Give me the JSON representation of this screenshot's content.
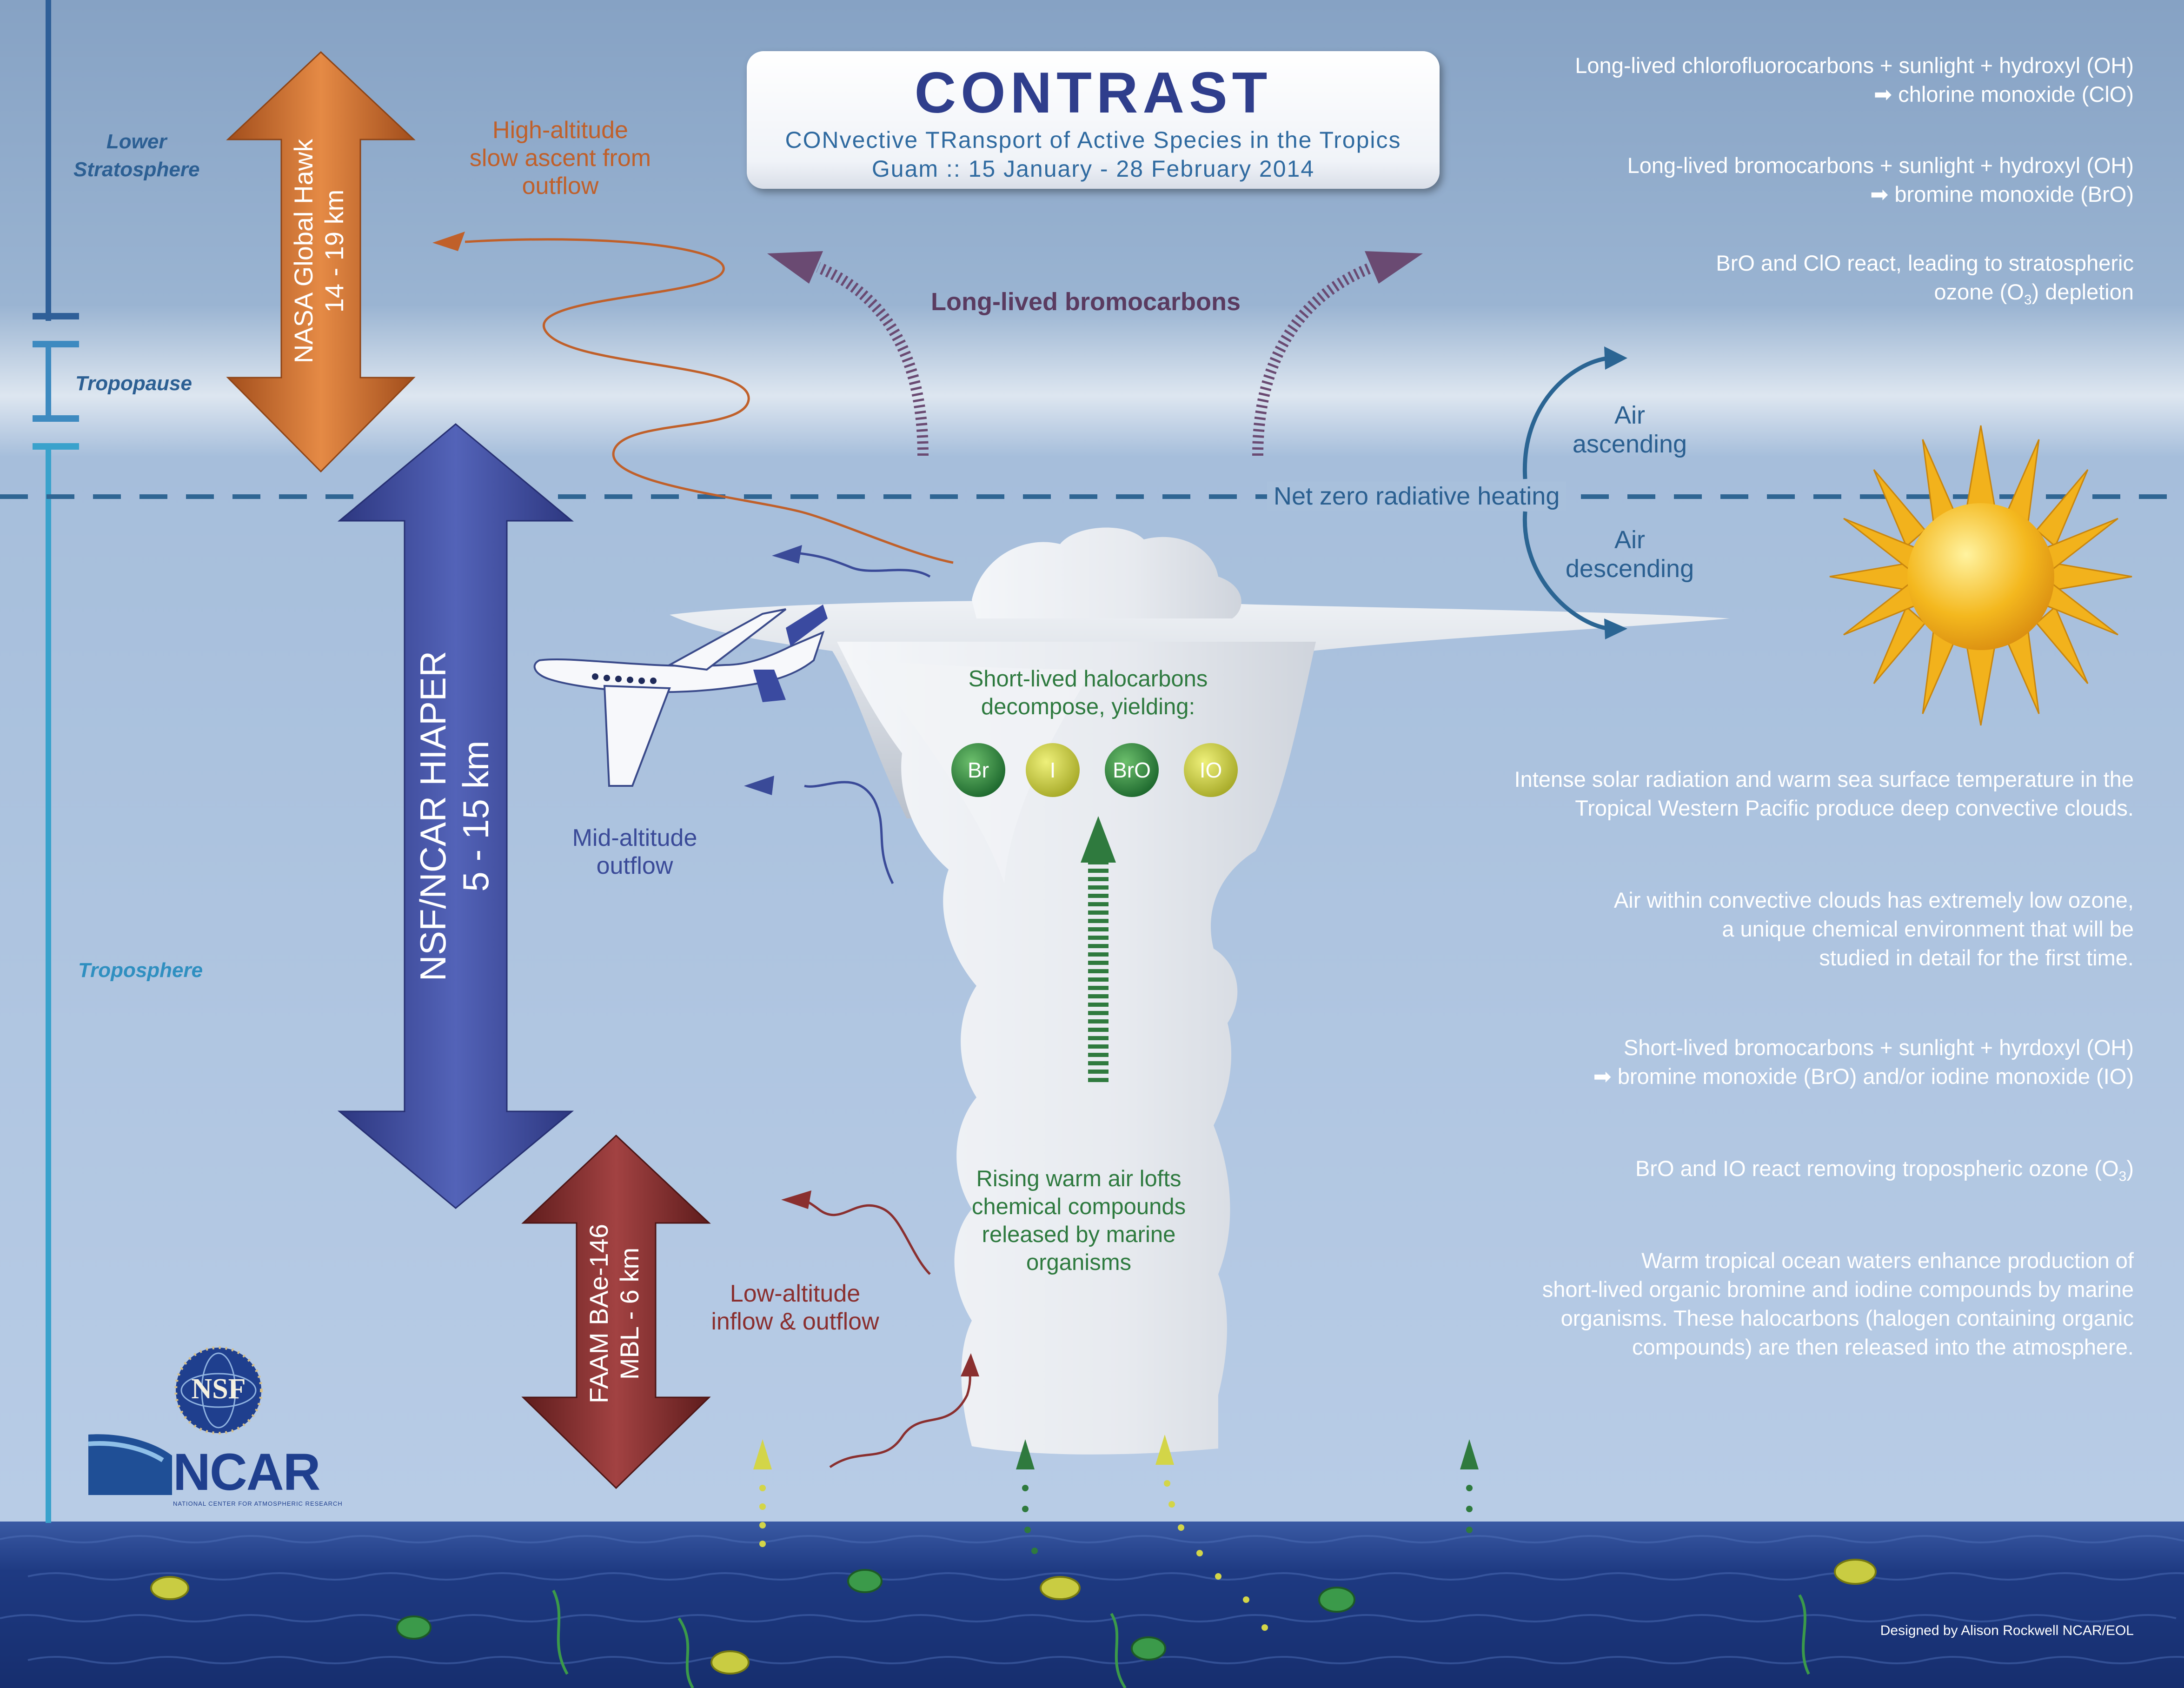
{
  "title": {
    "main": "CONTRAST",
    "subtitle": "CONvective TRansport of Active Species in the Tropics",
    "dates": "Guam :: 15 January - 28 February 2014"
  },
  "layers": {
    "lower_stratosphere": [
      "Lower",
      "Stratosphere"
    ],
    "tropopause": "Tropopause",
    "troposphere": "Troposphere"
  },
  "aircraft": {
    "global_hawk": [
      "NASA Global Hawk",
      "14 - 19 km"
    ],
    "hiaper": [
      "NSF/NCAR HIAPER",
      "5 - 15 km"
    ],
    "faam": [
      "FAAM BAe-146",
      "MBL - 6 km"
    ]
  },
  "flows": {
    "high_altitude": [
      "High-altitude",
      "slow ascent from",
      "outflow"
    ],
    "mid_altitude": [
      "Mid-altitude",
      "outflow"
    ],
    "low_altitude": [
      "Low-altitude",
      "inflow & outflow"
    ],
    "long_lived": "Long-lived bromocarbons",
    "net_zero": "Net zero radiative heating",
    "air_ascending": [
      "Air",
      "ascending"
    ],
    "air_descending": [
      "Air",
      "descending"
    ]
  },
  "cloud": {
    "decompose": [
      "Short-lived halocarbons",
      "decompose, yielding:"
    ],
    "species": [
      "Br",
      "I",
      "BrO",
      "IO"
    ],
    "rising": [
      "Rising warm air lofts",
      "chemical compounds",
      "released by marine",
      "organisms"
    ]
  },
  "notes": {
    "cfc": [
      "Long-lived chlorofluorocarbons + sunlight + hydroxyl (OH)",
      "chlorine monoxide (ClO)"
    ],
    "bromocarbons": [
      "Long-lived bromocarbons + sunlight + hydroxyl (OH)",
      "bromine monoxide (BrO)"
    ],
    "bro_clo": [
      "BrO and ClO react, leading to stratospheric",
      "ozone (O",
      "3",
      ") depletion"
    ],
    "solar": [
      "Intense solar radiation and warm sea surface temperature in the",
      "Tropical Western Pacific produce deep convective clouds."
    ],
    "low_ozone": [
      "Air within convective clouds has extremely low ozone,",
      "a unique chemical environment that will be",
      "studied in detail for the first time."
    ],
    "short_lived": [
      "Short-lived bromocarbons + sunlight + hyrdoxyl (OH)",
      "bromine monoxide (BrO) and/or iodine monoxide (IO)"
    ],
    "bro_io": [
      "BrO and IO react removing tropospheric ozone (O",
      "3",
      ")"
    ],
    "ocean": [
      "Warm tropical ocean waters enhance production of",
      "short-lived organic bromine and iodine compounds by marine",
      "organisms. These halocarbons (halogen containing organic",
      "compounds) are then released into the atmosphere."
    ]
  },
  "logos": {
    "nsf": "NSF",
    "ncar": "NCAR",
    "ncar_sub": "NATIONAL CENTER FOR ATMOSPHERIC RESEARCH"
  },
  "credit": "Designed by Alison Rockwell NCAR/EOL",
  "colors": {
    "sky_top": "#8aa7c8",
    "sky_bottom": "#b9cde6",
    "ocean": "#25408a",
    "cloud": "#eceff3",
    "global_hawk_arrow": "#c46a2a",
    "hiaper_arrow": "#3d4a9c",
    "faam_arrow": "#7e2a2a",
    "sun": "#f2b21c"
  }
}
